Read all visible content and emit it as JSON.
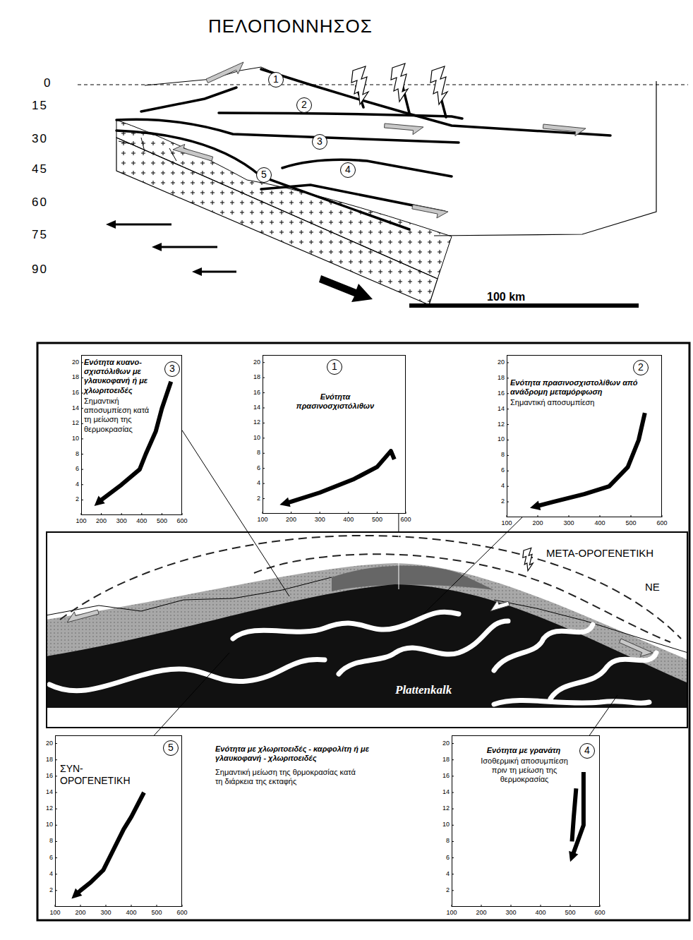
{
  "diagram": {
    "title": "ΠΕΛΟΠΟΝΝΗΣΟΣ",
    "nodes": [
      {
        "text": [
          "3",
          "Ενότητα κυανο- σχιστόλιθων με γλαυκοφανή ή με χλωριτοειδές",
          "Σημαντική αποσυμπίεση κατά τη μείωση της θερμοκρασίας"
        ]
      },
      {
        "text": [
          "1",
          "Ενότητα πρασινοσχιστόλιθων"
        ]
      },
      {
        "text": [
          "2",
          "Ενότητα πρασινοσχιστολίθων από ανάδρομη μεταμόρφωση",
          "Σημαντική αποσυμπίεση"
        ]
      },
      {
        "text": [
          "ΜΕΤΑ-ΟΡΟΓΕΝΕΤΙΚΗ",
          "ΝΕ",
          "Plattenkalk"
        ]
      },
      {
        "text": [
          "5",
          "ΣΥΝ- ΟΡΟΓΕΝΕΤΙΚΗ"
        ]
      },
      {
        "text": [
          "4",
          "Ενότητα με γρανάτη",
          "Ισοθερμική αποσυμπίεση πριν τη μείωση της θερμοκρασίας"
        ]
      }
    ],
    "edges": [
      {
        "from": 0,
        "to": 3,
        "arrow": "none"
      },
      {
        "from": 1,
        "to": 3,
        "arrow": "none"
      },
      {
        "from": 2,
        "to": 3,
        "arrow": "none"
      },
      {
        "from": 4,
        "to": 3,
        "arrow": "none"
      },
      {
        "from": 5,
        "to": 3,
        "arrow": "none"
      }
    ],
    "labels": [
      "0",
      "15",
      "30",
      "45",
      "60",
      "75",
      "90",
      "1",
      "2",
      "3",
      "4",
      "5",
      "100 km",
      "20",
      "18",
      "16",
      "14",
      "12",
      "10",
      "8",
      "6",
      "4",
      "2",
      "100",
      "200",
      "300",
      "400",
      "500",
      "600",
      "20",
      "18",
      "16",
      "14",
      "12",
      "10",
      "8",
      "6",
      "4",
      "2",
      "100",
      "200",
      "300",
      "400",
      "500",
      "600",
      "20",
      "18",
      "16",
      "14",
      "12",
      "10",
      "8",
      "6",
      "4",
      "2",
      "100",
      "200",
      "300",
      "400",
      "500",
      "600",
      "20",
      "18",
      "16",
      "14",
      "12",
      "10",
      "8",
      "6",
      "4",
      "2",
      "100",
      "200",
      "300",
      "400",
      "500",
      "600",
      "20",
      "18",
      "16",
      "14",
      "12",
      "10",
      "8",
      "6",
      "4",
      "2",
      "100",
      "200",
      "300",
      "400",
      "500",
      "600",
      "Ενότητα με χλωριτοειδές - καρφολίτη ή με γλαυκοφανή - χλωριτοειδές",
      "Σημαντική μείωση της θρμοκρασίας κατά τη διάρκεια της εκταφής"
    ]
  }
}
